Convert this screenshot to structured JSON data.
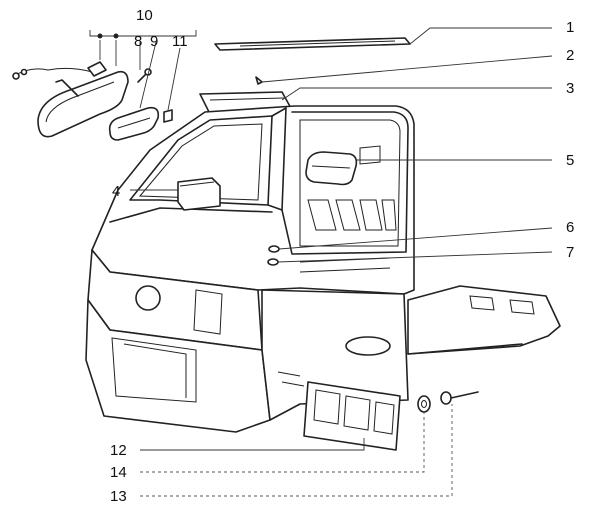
{
  "callouts": [
    {
      "id": "1",
      "label": "1"
    },
    {
      "id": "2",
      "label": "2"
    },
    {
      "id": "3",
      "label": "3"
    },
    {
      "id": "4",
      "label": "4"
    },
    {
      "id": "5",
      "label": "5"
    },
    {
      "id": "6",
      "label": "6"
    },
    {
      "id": "7",
      "label": "7"
    },
    {
      "id": "8",
      "label": "8"
    },
    {
      "id": "9",
      "label": "9"
    },
    {
      "id": "10",
      "label": "10"
    },
    {
      "id": "11",
      "label": "11"
    },
    {
      "id": "12",
      "label": "12"
    },
    {
      "id": "13",
      "label": "13"
    },
    {
      "id": "14",
      "label": "14"
    }
  ],
  "colors": {
    "line": "#222222",
    "background": "#ffffff"
  }
}
